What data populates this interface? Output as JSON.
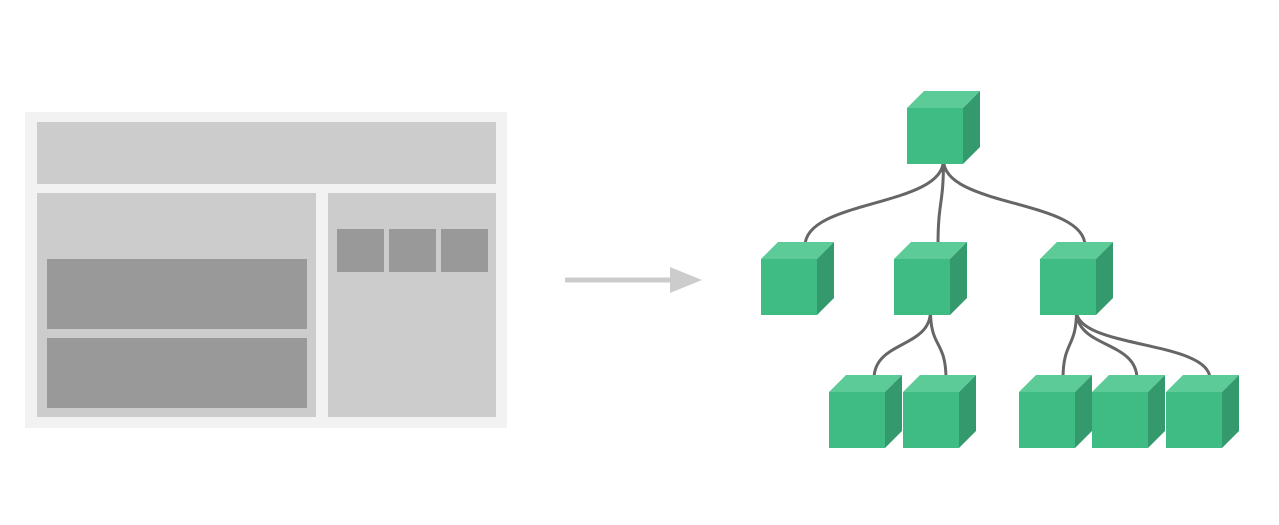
{
  "colors": {
    "background": "#ffffff",
    "wireframe_frame": "#f2f2f2",
    "wireframe_panel": "#cccccc",
    "wireframe_block": "#999999",
    "arrow": "#cccccc",
    "cube_front": "#3fbb84",
    "cube_top": "#5ccb98",
    "cube_side": "#34996c",
    "connector": "#666666"
  },
  "icons": {
    "arrow": "right-arrow-icon",
    "component": "cube-icon"
  },
  "tree": {
    "root": "root",
    "nodes": [
      "root",
      "a",
      "b",
      "c",
      "b1",
      "b2",
      "c1",
      "c2",
      "c3"
    ],
    "edges": [
      [
        "root",
        "a"
      ],
      [
        "root",
        "b"
      ],
      [
        "root",
        "c"
      ],
      [
        "b",
        "b1"
      ],
      [
        "b",
        "b2"
      ],
      [
        "c",
        "c1"
      ],
      [
        "c",
        "c2"
      ],
      [
        "c",
        "c3"
      ]
    ]
  }
}
